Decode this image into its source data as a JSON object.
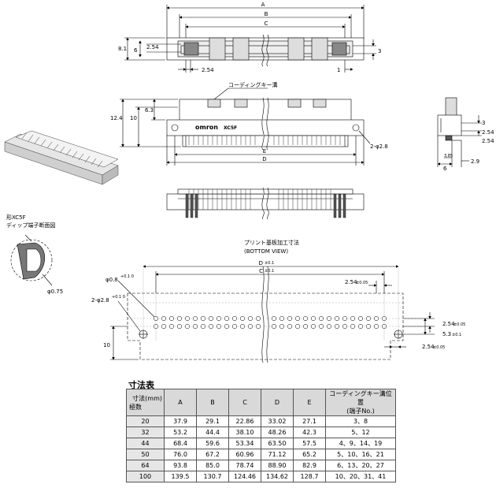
{
  "top_view": {
    "labels": [
      "A",
      "B",
      "C"
    ],
    "dim_height": "8.1",
    "dim_inner": "6",
    "dim_254_left": "2.54",
    "dim_3_right": "3",
    "dim_254_bottom": "2.54",
    "dim_1": "1"
  },
  "front_view": {
    "coding_key_groove": "コーディングキー溝",
    "dim_height": "12.4",
    "dim_10": "10",
    "dim_63": "6.3",
    "logo": "omron",
    "model": "XC5F",
    "hole": "2-φ2.8",
    "label_e": "E",
    "label_d": "D"
  },
  "side_view": {
    "dim_3": "3",
    "dim_254a": "2.54",
    "dim_254b": "2.54",
    "dim_385": "3.85",
    "dim_6": "6",
    "dim_29": "2.9"
  },
  "dip_section": {
    "title_line1": "形XC5F",
    "title_line2": "ディップ端子断面図",
    "dim": "φ0.75"
  },
  "pcb": {
    "title_line1": "プリント基板加工寸法",
    "title_line2": "(BOTTOM VIEW)",
    "d_label": "D",
    "d_tol": "±0.1",
    "c_label": "C",
    "c_tol": "±0.1",
    "pin_hole": "φ0.8",
    "pin_tol": "+0.1 0",
    "mount_hole": "2-φ2.8",
    "mount_tol": "+0.1 0",
    "pitch": "2.54",
    "pitch_tol": "±0.05",
    "row_pitch": "2.54",
    "row_pitch_tol": "±0.05",
    "offset": "5.3",
    "offset_tol": "±0.1",
    "bottom_pitch": "2.54",
    "bottom_pitch_tol": "±0.05",
    "height": "10"
  },
  "table": {
    "title": "寸法表",
    "header_dim": "寸法(mm)",
    "header_pins": "極数",
    "columns": [
      "A",
      "B",
      "C",
      "D",
      "E"
    ],
    "coding_header_line1": "コーディングキー溝位置",
    "coding_header_line2": "(端子No.)",
    "rows": [
      {
        "pins": "20",
        "a": "37.9",
        "b": "29.1",
        "c": "22.86",
        "d": "33.02",
        "e": "27.1",
        "coding": "3、8"
      },
      {
        "pins": "32",
        "a": "53.2",
        "b": "44.4",
        "c": "38.10",
        "d": "48.26",
        "e": "42.3",
        "coding": "5、12"
      },
      {
        "pins": "44",
        "a": "68.4",
        "b": "59.6",
        "c": "53.34",
        "d": "63.50",
        "e": "57.5",
        "coding": "4、9、14、19"
      },
      {
        "pins": "50",
        "a": "76.0",
        "b": "67.2",
        "c": "60.96",
        "d": "71.12",
        "e": "65.2",
        "coding": "5、10、16、21"
      },
      {
        "pins": "64",
        "a": "93.8",
        "b": "85.0",
        "c": "78.74",
        "d": "88.90",
        "e": "82.9",
        "coding": "6、13、20、27"
      },
      {
        "pins": "100",
        "a": "139.5",
        "b": "130.7",
        "c": "124.46",
        "d": "134.62",
        "e": "128.7",
        "coding": "10、20、31、41"
      }
    ]
  }
}
